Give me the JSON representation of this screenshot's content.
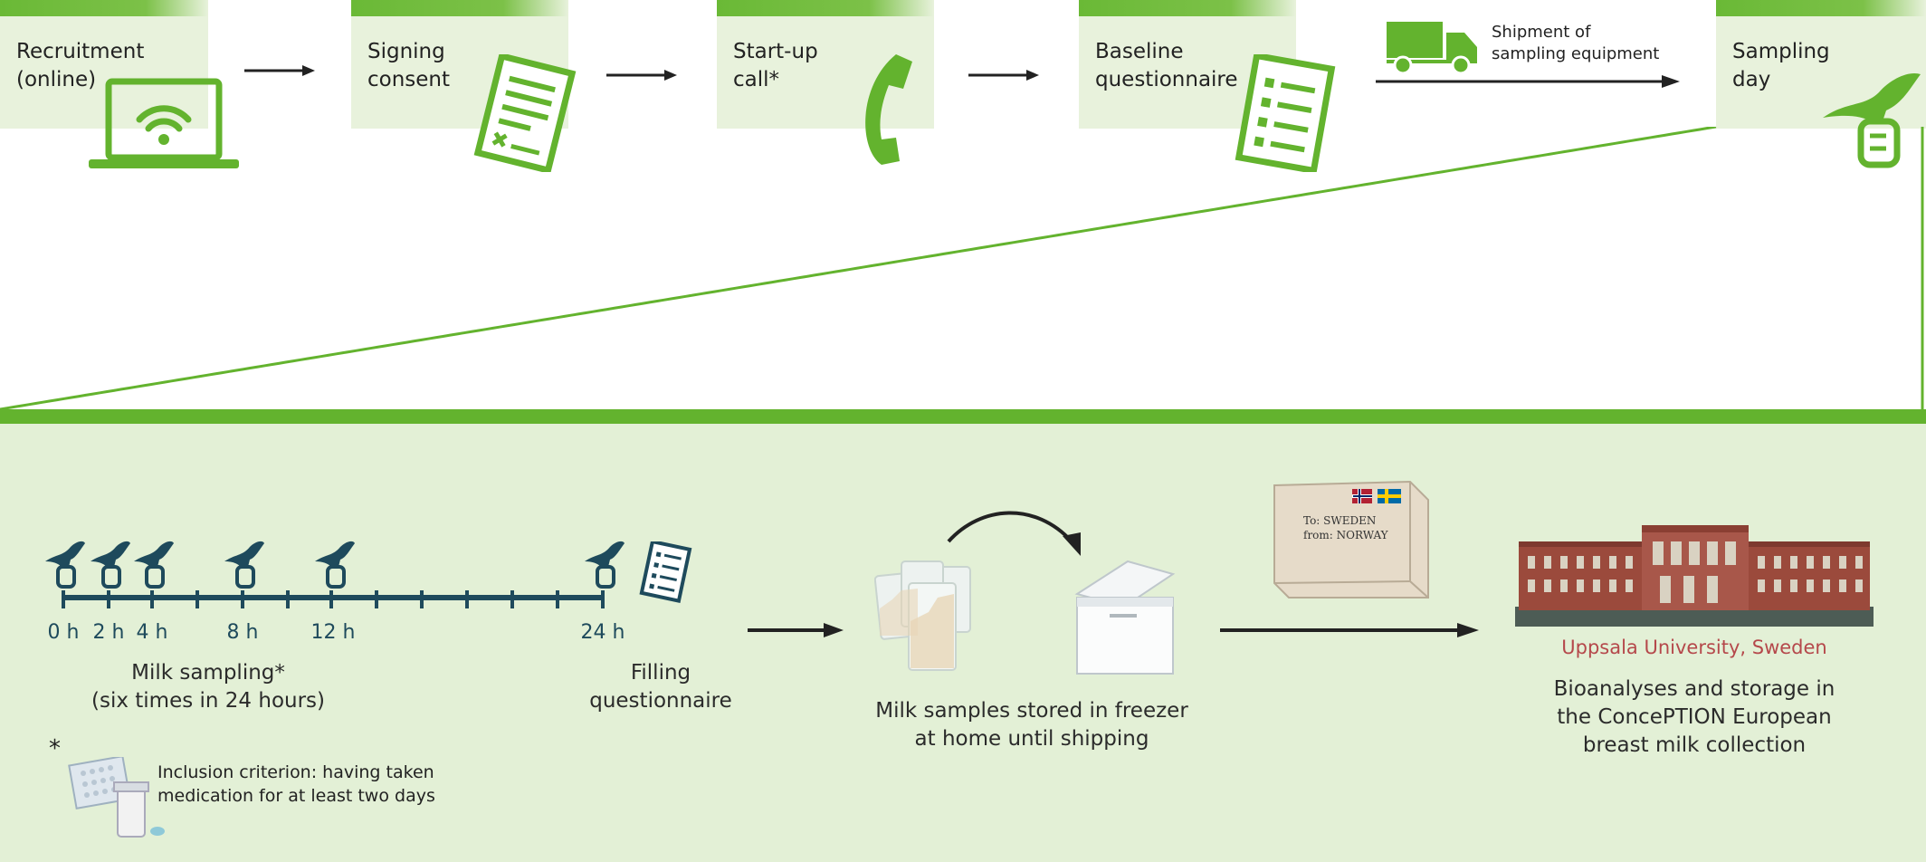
{
  "steps": [
    {
      "label": "Recruitment\n(online)",
      "icon": "laptop-wifi-icon"
    },
    {
      "label": "Signing\nconsent",
      "icon": "consent-document-icon"
    },
    {
      "label": "Start-up\ncall*",
      "icon": "phone-icon"
    },
    {
      "label": "Baseline\nquestionnaire",
      "icon": "questionnaire-icon"
    },
    {
      "label": "Sampling\nday",
      "icon": "breast-pump-icon"
    }
  ],
  "shipment": {
    "label": "Shipment of\nsampling equipment",
    "icon": "truck-icon"
  },
  "timeline": {
    "ticks": [
      "0 h",
      "2 h",
      "4 h",
      "8 h",
      "12 h",
      "24 h"
    ],
    "caption": "Milk sampling*\n(six times in 24 hours)",
    "questionnaire_caption": "Filling\nquestionnaire"
  },
  "footnote": {
    "marker": "*",
    "text": "Inclusion criterion: having taken\nmedication for at least two days"
  },
  "freezer": {
    "caption": "Milk samples stored in freezer\nat home until shipping"
  },
  "package": {
    "to": "To: SWEDEN",
    "from": "from: NORWAY"
  },
  "university": {
    "name": "Uppsala University, Sweden",
    "caption_line1": "Bioanalyses and storage in",
    "caption_line2": "the ConcePTION European",
    "caption_line3": "breast milk collection"
  },
  "colors": {
    "green": "#63b32e",
    "light_green": "#e3f0d6",
    "navy": "#1e4a5c",
    "uni_red": "#b5484b"
  }
}
